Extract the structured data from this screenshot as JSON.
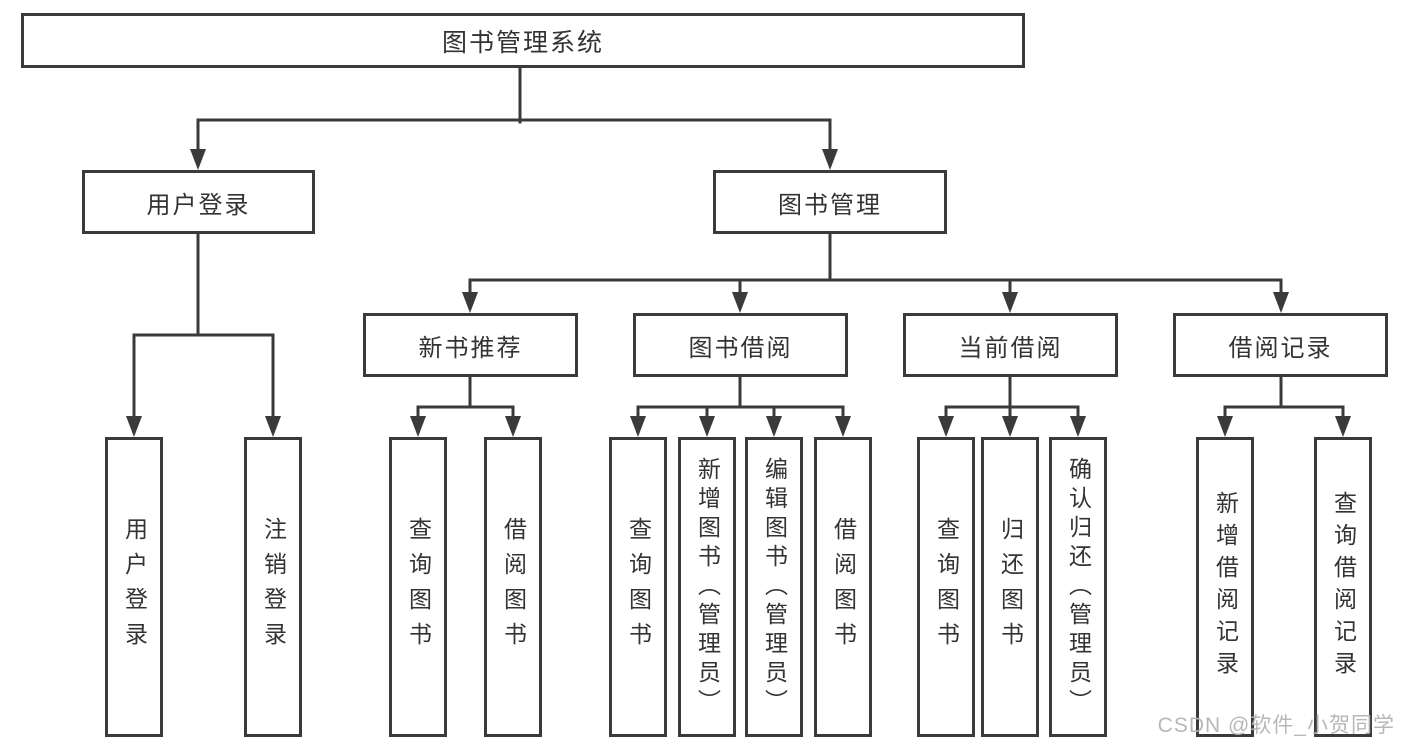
{
  "diagram": {
    "root_label": "图书管理系统",
    "level2": [
      {
        "id": "user-login",
        "label": "用户登录",
        "parent": "root"
      },
      {
        "id": "book-management",
        "label": "图书管理",
        "parent": "root"
      }
    ],
    "level3": [
      {
        "id": "new-book-recommend",
        "label": "新书推荐",
        "parent": "book-management"
      },
      {
        "id": "book-borrowing",
        "label": "图书借阅",
        "parent": "book-management"
      },
      {
        "id": "current-borrowing",
        "label": "当前借阅",
        "parent": "book-management"
      },
      {
        "id": "borrowing-records",
        "label": "借阅记录",
        "parent": "book-management"
      }
    ],
    "leaves": [
      {
        "id": "user-login-action",
        "label": "用户登录",
        "parent": "user-login"
      },
      {
        "id": "logout",
        "label": "注销登录",
        "parent": "user-login"
      },
      {
        "id": "query-books-recommend",
        "label": "查询图书",
        "parent": "new-book-recommend"
      },
      {
        "id": "borrow-books-recommend",
        "label": "借阅图书",
        "parent": "new-book-recommend"
      },
      {
        "id": "query-books-borrowing",
        "label": "查询图书",
        "parent": "book-borrowing"
      },
      {
        "id": "add-books-admin",
        "label": "新增图书（管理员）",
        "parent": "book-borrowing"
      },
      {
        "id": "edit-books-admin",
        "label": "编辑图书（管理员）",
        "parent": "book-borrowing"
      },
      {
        "id": "borrow-books-borrowing",
        "label": "借阅图书",
        "parent": "book-borrowing"
      },
      {
        "id": "query-books-current",
        "label": "查询图书",
        "parent": "current-borrowing"
      },
      {
        "id": "return-books",
        "label": "归还图书",
        "parent": "current-borrowing"
      },
      {
        "id": "confirm-return-admin",
        "label": "确认归还（管理员）",
        "parent": "current-borrowing"
      },
      {
        "id": "add-borrow-record",
        "label": "新增借阅记录",
        "parent": "borrowing-records"
      },
      {
        "id": "query-borrow-record",
        "label": "查询借阅记录",
        "parent": "borrowing-records"
      }
    ]
  },
  "watermark": {
    "text": "CSDN @软件_小贺同学"
  },
  "colors": {
    "line": "#3a3a3a",
    "box_border": "#3a3a3a",
    "text": "#333333",
    "watermark_text": "#b4b4b4",
    "background": "#ffffff"
  }
}
